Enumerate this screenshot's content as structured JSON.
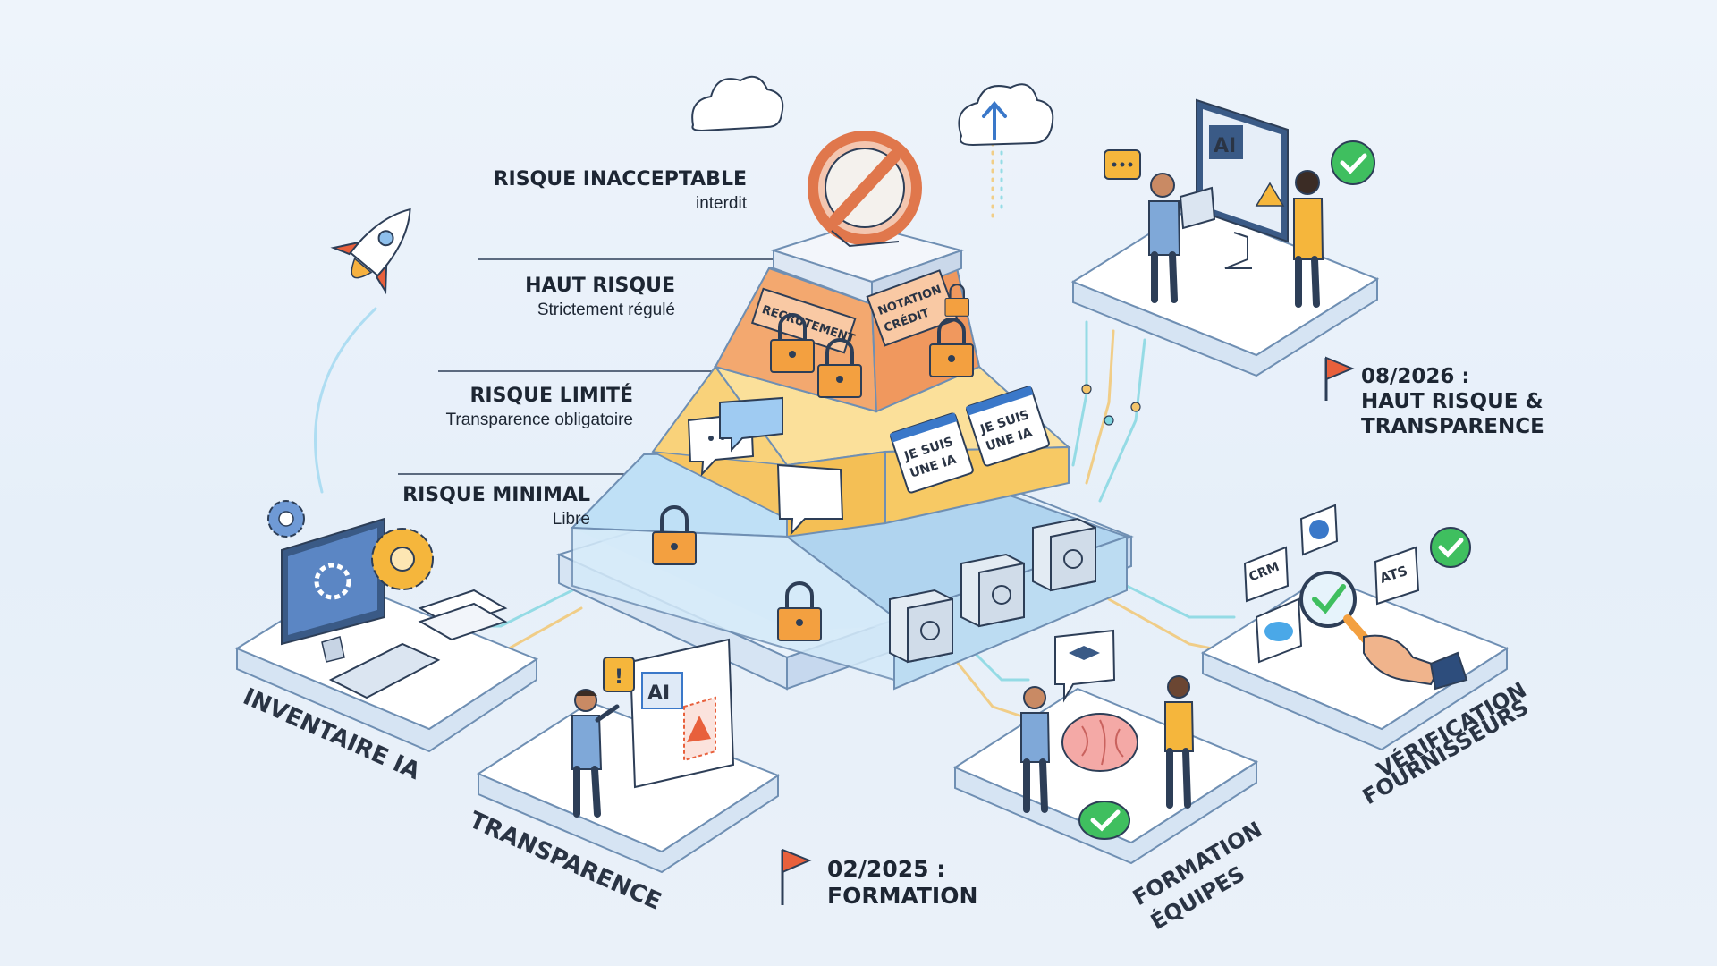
{
  "pyramid": {
    "levels": [
      {
        "title": "RISQUE INACCEPTABLE",
        "subtitle": "interdit"
      },
      {
        "title": "HAUT RISQUE",
        "subtitle": "Strictement régulé"
      },
      {
        "title": "RISQUE LIMITÉ",
        "subtitle": "Transparence obligatoire"
      },
      {
        "title": "RISQUE MINIMAL",
        "subtitle": "Libre"
      }
    ],
    "tags": {
      "recrutement": "RECRUTEMENT",
      "notation": "NOTATION",
      "credit": "CRÉDIT",
      "bot1_line1": "JE SUIS",
      "bot1_line2": "UNE IA",
      "bot2_line1": "JE SUIS",
      "bot2_line2": "UNE IA"
    }
  },
  "platforms": {
    "inventaire": "INVENTAIRE IA",
    "transparence": "TRANSPARENCE",
    "formation_line1": "FORMATION",
    "formation_line2": "ÉQUIPES",
    "verification_line1": "VÉRIFICATION",
    "verification_line2": "FOURNISSEURS"
  },
  "milestones": {
    "m1_date": "02/2025 :",
    "m1_label": "FORMATION",
    "m2_date": "08/2026 :",
    "m2_line2": "HAUT RISQUE &",
    "m2_line3": "TRANSPARENCE"
  },
  "screen_labels": {
    "ai_monitor": "AI",
    "ai_doc": "AI",
    "crm": "CRM",
    "ats": "ATS"
  },
  "colors": {
    "orange_tier": "#f3a86f",
    "yellow_tier": "#f9d27a",
    "blue_tier": "#cfe6f7",
    "accent_blue": "#3a78c9",
    "check_green": "#3fbf5f",
    "flag_red": "#e8603c"
  }
}
